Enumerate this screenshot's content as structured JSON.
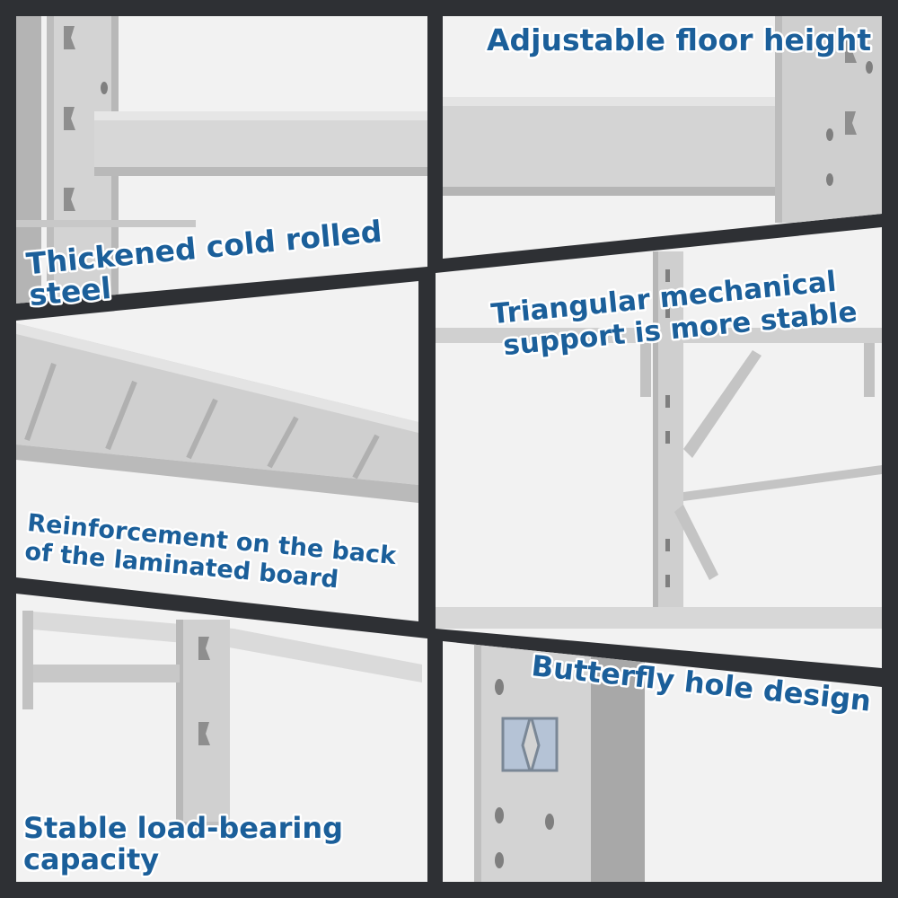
{
  "panels": [
    {
      "id": "steel",
      "caption_lines": [
        "Thickened cold rolled",
        "steel"
      ]
    },
    {
      "id": "floor-height",
      "caption_lines": [
        "Adjustable floor height"
      ]
    },
    {
      "id": "board",
      "caption_lines": [
        "Reinforcement on the back",
        "of the laminated board"
      ]
    },
    {
      "id": "triangle",
      "caption_lines": [
        "Triangular mechanical",
        "support is more stable"
      ]
    },
    {
      "id": "load",
      "caption_lines": [
        "Stable load-bearing",
        "capacity"
      ]
    },
    {
      "id": "butterfly",
      "caption_lines": [
        "Butterfly hole design"
      ]
    }
  ],
  "colors": {
    "background": "#2e3034",
    "caption_text": "#1b5f9a",
    "caption_outline": "#ffffff",
    "steel_light": "#d8d8d8",
    "steel_mid": "#bdbdbd",
    "steel_dark": "#8e8e8e"
  }
}
